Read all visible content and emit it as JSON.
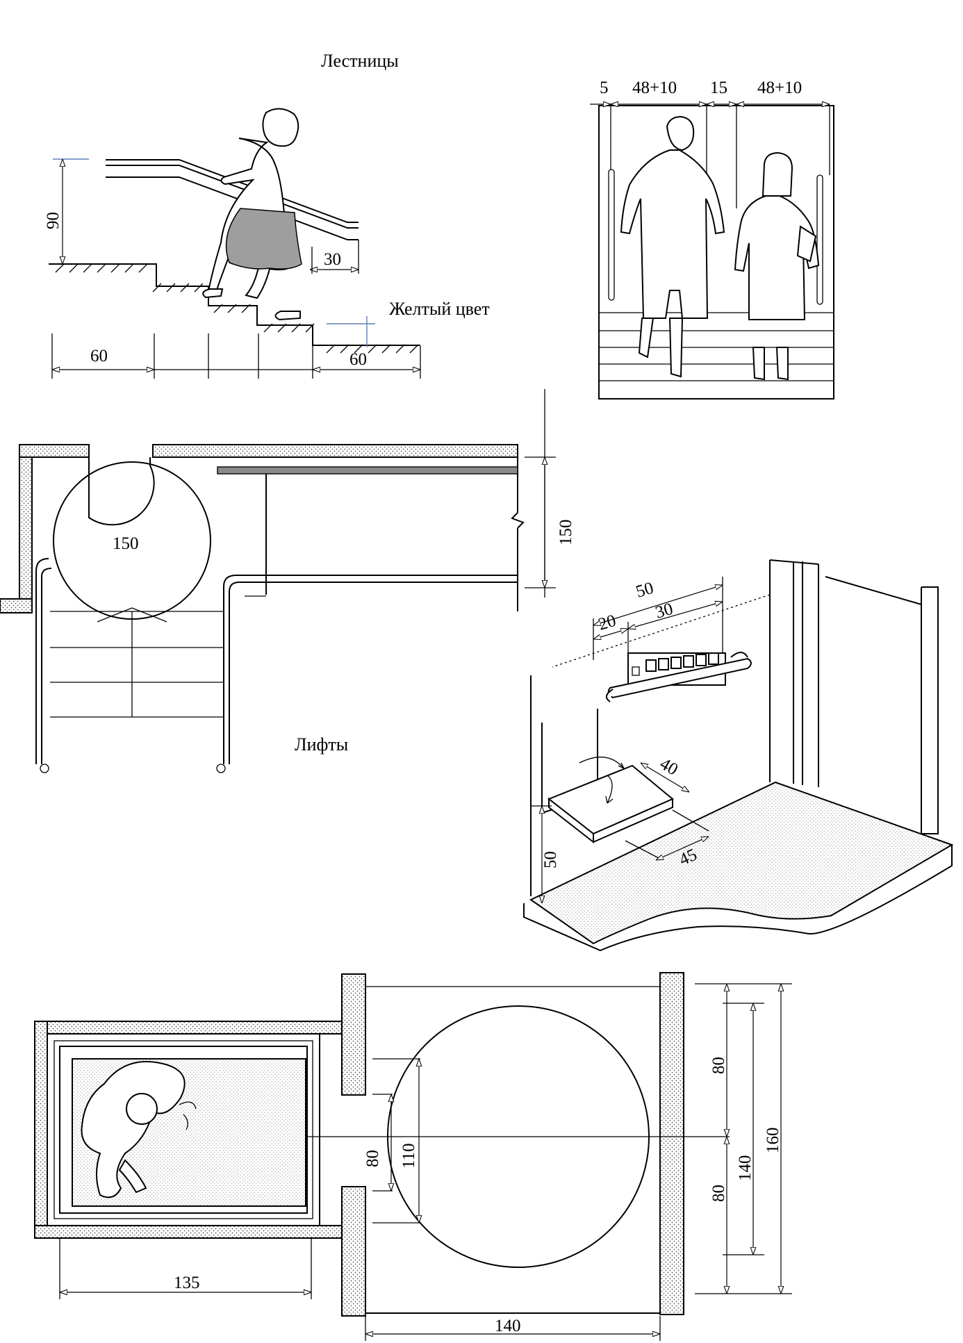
{
  "labels": {
    "stairs": "Лестницы",
    "yellow_color": "Желтый цвет",
    "lifts": "Лифты"
  },
  "dimensions": {
    "stair_rail_height": "90",
    "stair_rail_extension": "30",
    "stair_landing_left": "60",
    "stair_landing_right": "60",
    "stair_width_a": "5",
    "stair_width_b": "48+10",
    "stair_width_c": "15",
    "stair_width_d": "48+10",
    "landing_circle": "150",
    "landing_depth": "150",
    "panel_total": "50",
    "panel_offset": "20",
    "panel_width": "30",
    "seat_depth": "40",
    "seat_width": "45",
    "seat_height": "50",
    "plan_80_left": "80",
    "plan_110": "110",
    "plan_80_top": "80",
    "plan_80_bottom": "80",
    "plan_140_vertical": "140",
    "plan_160": "160",
    "plan_135": "135",
    "plan_140_horizontal": "140"
  }
}
